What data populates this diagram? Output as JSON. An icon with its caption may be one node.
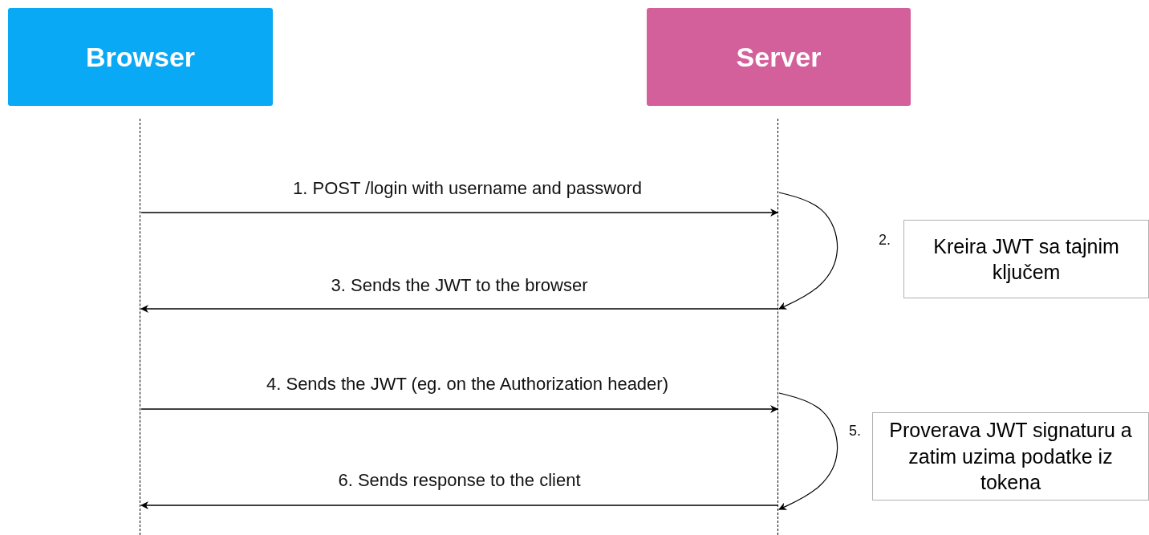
{
  "diagram": {
    "nodes": [
      {
        "text": [
          "Browser"
        ]
      },
      {
        "text": [
          "Server"
        ]
      },
      {
        "text": [],
        "shape": "line"
      },
      {
        "text": [],
        "shape": "line"
      },
      {
        "text": [
          "Kreira JWT sa tajnim ključem"
        ],
        "beside": [
          "2."
        ]
      },
      {
        "text": [
          "Proverava JWT signaturu a zatim uzima podatke iz tokena"
        ],
        "beside": [
          "5."
        ]
      }
    ],
    "edges": [
      {
        "from": 2,
        "to": 3,
        "arrow": "to",
        "label": "1. POST /login with username and password"
      },
      {
        "from": 3,
        "to": 3,
        "arrow": "to"
      },
      {
        "from": 3,
        "to": 2,
        "arrow": "to",
        "label": "3. Sends the JWT to the browser"
      },
      {
        "from": 2,
        "to": 3,
        "arrow": "to",
        "label": "4. Sends the JWT (eg. on the Authorization header)"
      },
      {
        "from": 3,
        "to": 3,
        "arrow": "to"
      },
      {
        "from": 3,
        "to": 2,
        "arrow": "to",
        "label": "6. Sends response to the client"
      }
    ]
  }
}
